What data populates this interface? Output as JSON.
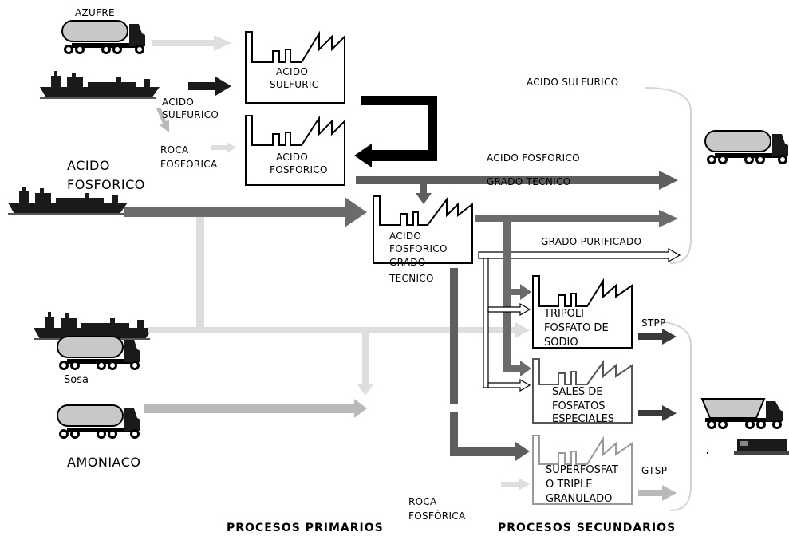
{
  "inputs": {
    "azufre": "AZUFRE",
    "acido_sulfurico_in": [
      "ACIDO",
      "SULFURICO"
    ],
    "roca_fosforica_in": [
      "ROCA",
      "FOSFORICA"
    ],
    "acido_fosforico_in": [
      "ACIDO",
      "FOSFORICO"
    ],
    "sosa": "Sosa",
    "amoniaco": "AMONIACO",
    "roca_fosforica_bottom": [
      "ROCA",
      "FOSFÓRICA"
    ]
  },
  "plants": {
    "acido_sulfurico": [
      "ACIDO",
      "SULFURIC"
    ],
    "acido_fosforico": [
      "ACIDO",
      "FOSFORICO"
    ],
    "acido_fosforico_grado_tecnico": [
      "ACIDO",
      "FOSFORICO",
      "GRADO",
      "TECNICO"
    ],
    "tripoli": [
      "TRIPOLI",
      "FOSFATO DE",
      "SODIO"
    ],
    "sales": [
      "SALES DE",
      "FOSFATOS",
      "ESPECIALES"
    ],
    "superfosfato": [
      "SUPERFOSFAT",
      "O TRIPLE",
      "GRANULADO"
    ]
  },
  "outputs": {
    "acido_sulfurico": "ACIDO SULFURICO",
    "acido_fosforico": "ACIDO FOSFORICO",
    "grado_tecnico": "GRADO TECNICO",
    "grado_purificado": "GRADO PURIFICADO",
    "stpp": "STPP",
    "gtsp": "GTSP"
  },
  "sections": {
    "primarios": "PROCESOS PRIMARIOS",
    "secundarios": "PROCESOS SECUNDARIOS"
  },
  "colors": {
    "black": "#000000",
    "dark": "#3a3a3a",
    "mid": "#6b6b6b",
    "light": "#b9b9b9",
    "pale": "#dedede",
    "truck_tank": "#c8c8c8",
    "bracket": "#d4d4d4"
  }
}
